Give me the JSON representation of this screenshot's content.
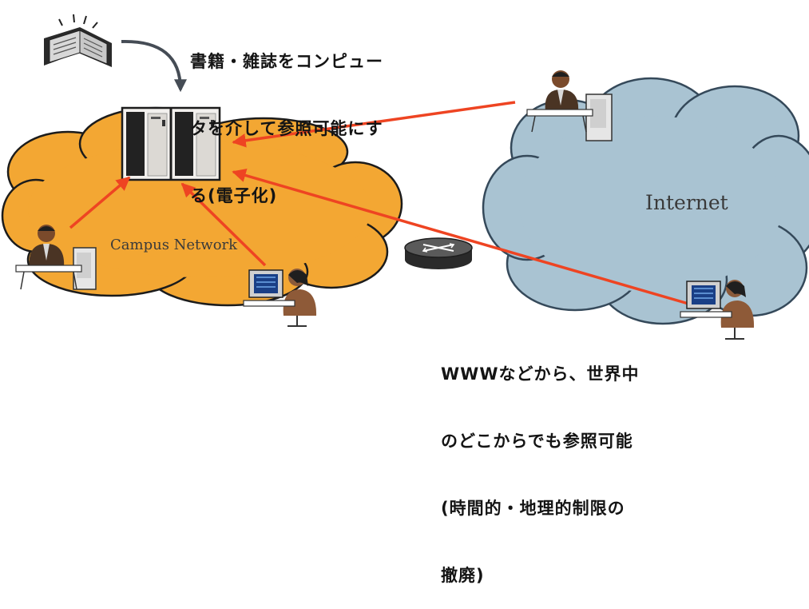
{
  "caption_top": [
    "書籍・雑誌をコンピュー",
    "タを介して参照可能にす",
    "る(電子化)"
  ],
  "caption_bottom": [
    "WWWなどから、世界中",
    "のどこからでも参照可能",
    "(時間的・地理的制限の",
    "撤廃)"
  ],
  "labels": {
    "campus": "Campus Network",
    "internet": "Internet"
  },
  "colors": {
    "campus_cloud": "#f3a733",
    "internet_cloud": "#a9c3d2",
    "access_arrow": "#ee4422",
    "scan_arrow": "#454c55"
  }
}
